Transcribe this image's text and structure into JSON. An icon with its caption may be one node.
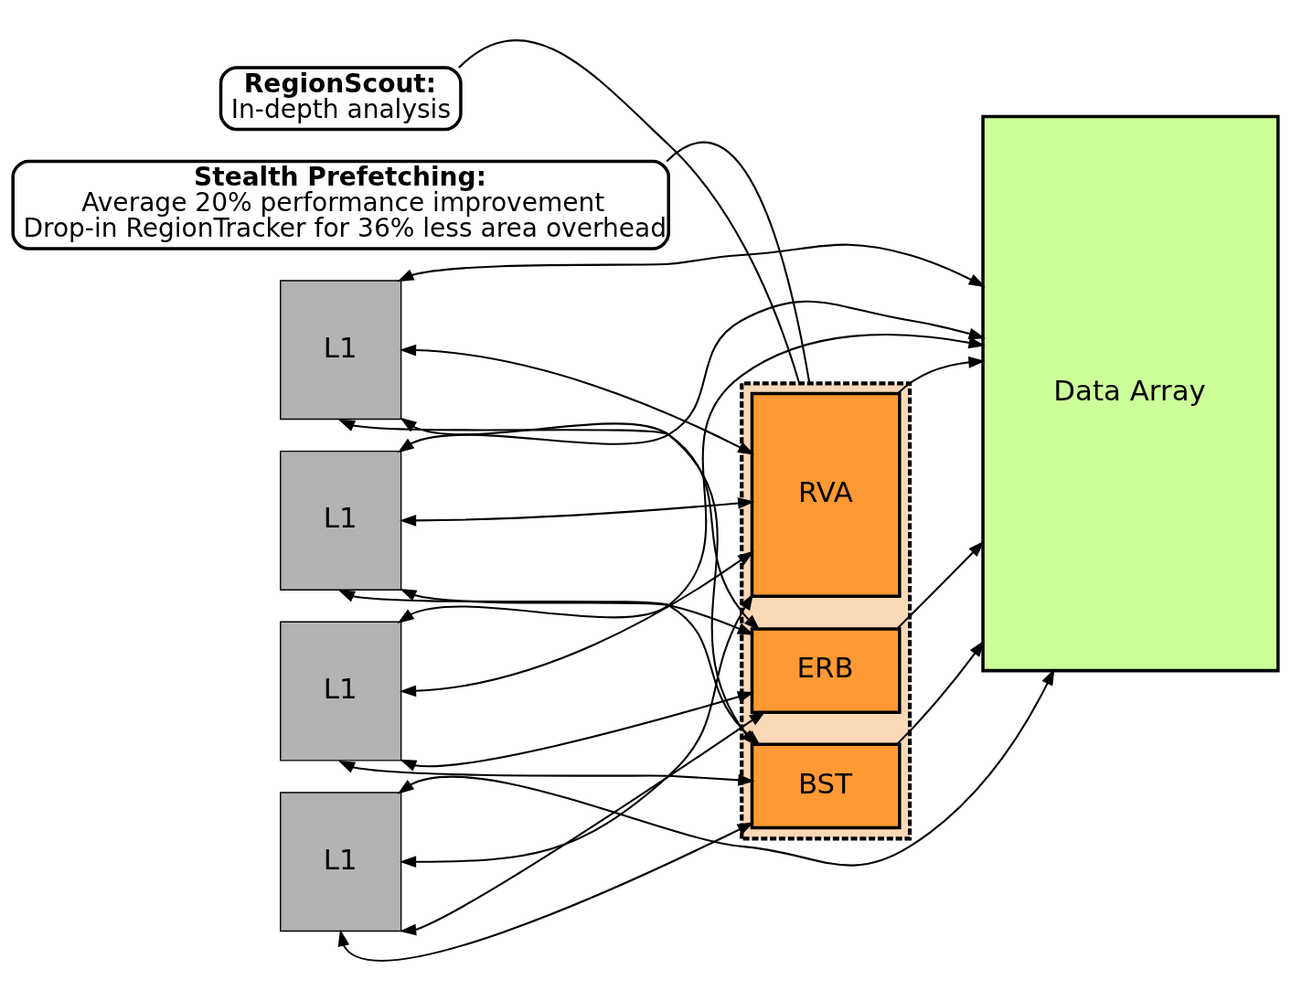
{
  "diagram": {
    "nodes": [
      {
        "text": [
          "Stealth Prefetching:",
          "Average 20% performance improvement",
          "Drop-in RegionTracker for 36% less area overhead"
        ]
      },
      {
        "text": [
          "L1"
        ]
      },
      {
        "text": [
          "L1"
        ]
      },
      {
        "text": [
          "L1"
        ]
      },
      {
        "text": [
          "L1"
        ]
      },
      {
        "text": [],
        "shape": "box"
      },
      {
        "text": [
          "RVA"
        ],
        "in": 5
      },
      {
        "text": [
          "ERB"
        ],
        "in": 5
      },
      {
        "text": [
          "BST"
        ],
        "in": 5
      },
      {
        "text": [
          "Data Array"
        ]
      },
      {
        "text": [
          "RegionScout:",
          "In-depth analysis"
        ]
      }
    ],
    "edges": [
      {
        "from": 1,
        "to": 9,
        "arrow": "both"
      },
      {
        "from": 2,
        "to": 9,
        "arrow": "both"
      },
      {
        "from": 3,
        "to": 9,
        "arrow": "both"
      },
      {
        "from": 4,
        "to": 9,
        "arrow": "both"
      },
      {
        "from": 1,
        "to": 6,
        "arrow": "both"
      },
      {
        "from": 1,
        "to": 7,
        "arrow": "both"
      },
      {
        "from": 1,
        "to": 8,
        "arrow": "both"
      },
      {
        "from": 2,
        "to": 6,
        "arrow": "both"
      },
      {
        "from": 2,
        "to": 7,
        "arrow": "both"
      },
      {
        "from": 2,
        "to": 8,
        "arrow": "both"
      },
      {
        "from": 3,
        "to": 6,
        "arrow": "both"
      },
      {
        "from": 3,
        "to": 7,
        "arrow": "both"
      },
      {
        "from": 3,
        "to": 8,
        "arrow": "both"
      },
      {
        "from": 4,
        "to": 6,
        "arrow": "both"
      },
      {
        "from": 4,
        "to": 7,
        "arrow": "both"
      },
      {
        "from": 4,
        "to": 8,
        "arrow": "both"
      },
      {
        "from": 6,
        "to": 9,
        "arrow": "to"
      },
      {
        "from": 7,
        "to": 9,
        "arrow": "to"
      },
      {
        "from": 8,
        "to": 9,
        "arrow": "to"
      },
      {
        "from": 0,
        "to": 5,
        "arrow": "none"
      },
      {
        "from": 10,
        "to": 5,
        "arrow": "none"
      }
    ]
  }
}
